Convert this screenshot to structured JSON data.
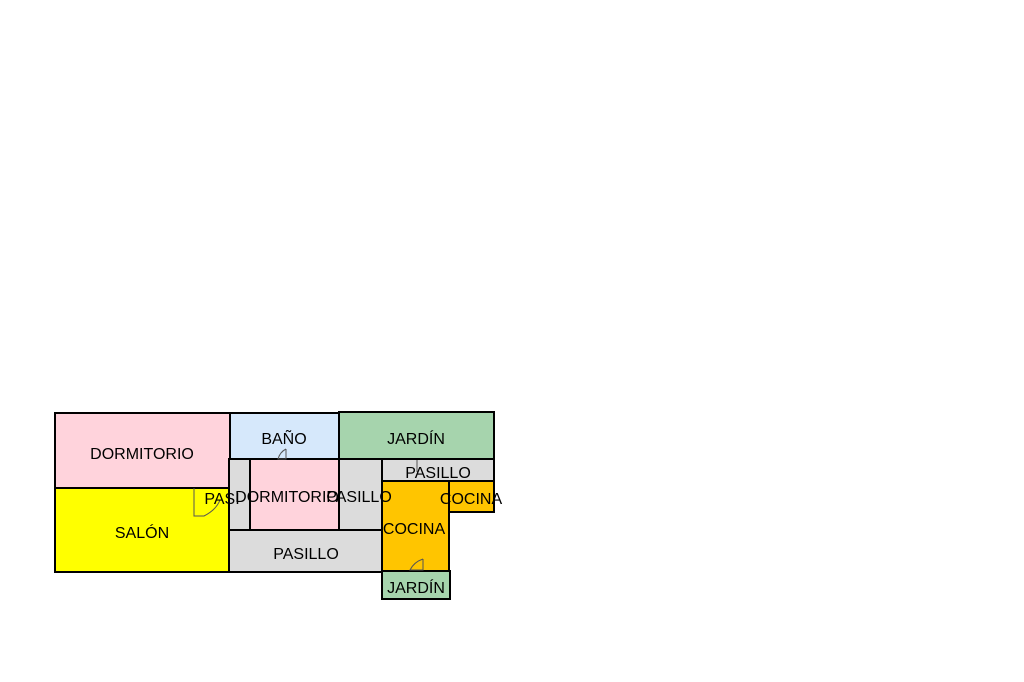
{
  "colors": {
    "dormitorio": "#ffd3dc",
    "salon": "#ffff00",
    "bano": "#d6e8fb",
    "jardin": "#a6d4ad",
    "pasillo": "#dcdcdc",
    "cocina": "#ffc500",
    "wall": "#000000",
    "background": "#ffffff"
  },
  "rooms": {
    "dormitorio_1": "DORMITORIO",
    "salon": "SALÓN",
    "bano": "BAÑO",
    "jardin_1": "JARDÍN",
    "pasillo_1": "PASI",
    "dormitorio_2": "DORMITORIO",
    "pasillo_2": "PASILLO",
    "pasillo_3": "PASILLO",
    "pasillo_4": "PASILLO",
    "cocina_1": "COCINA",
    "cocina_2": "COCINA",
    "jardin_2": "JARDÍN"
  }
}
